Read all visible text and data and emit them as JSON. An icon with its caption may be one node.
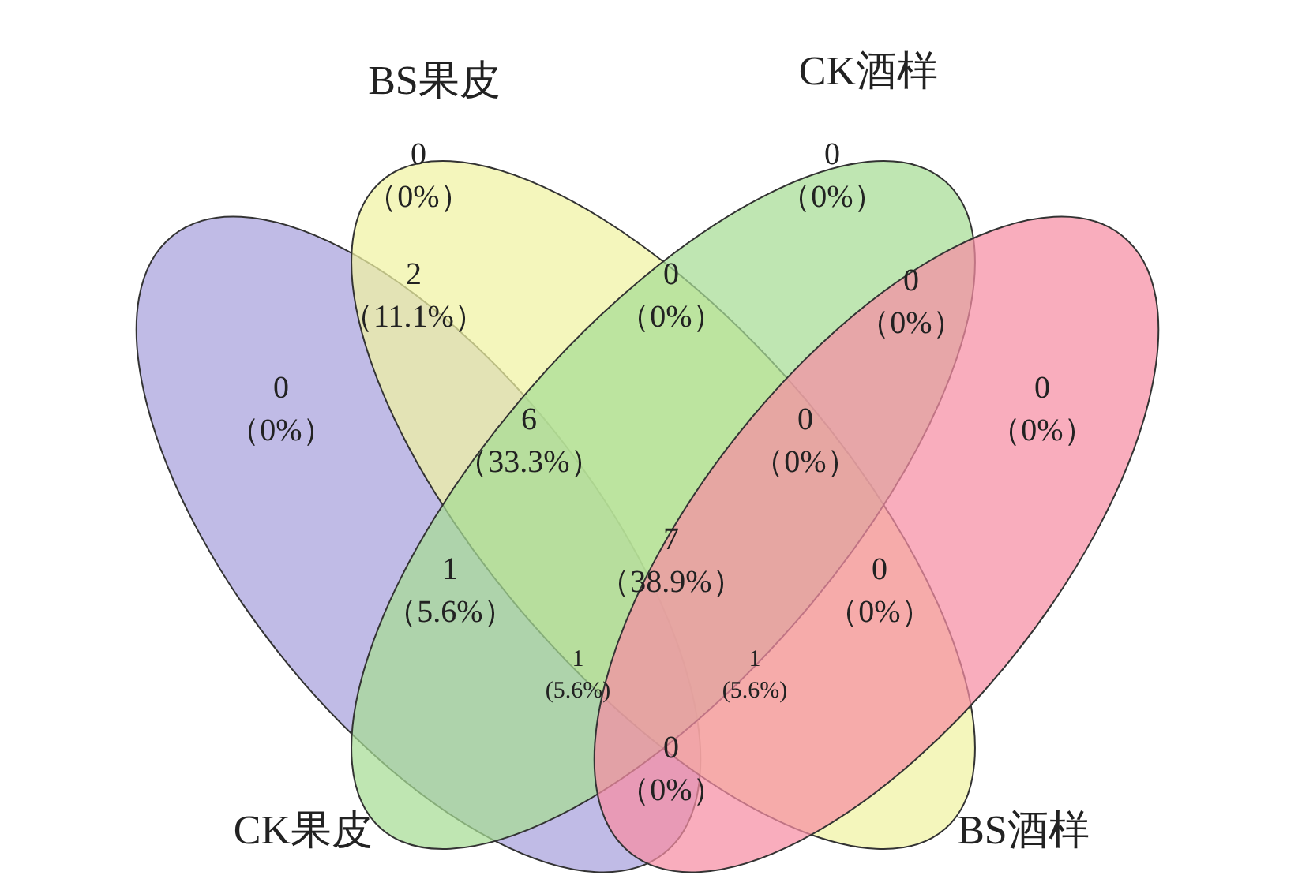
{
  "diagram": {
    "nodes": [
      {
        "text": [
          "CK果皮"
        ]
      },
      {
        "text": [
          "BS果皮"
        ]
      },
      {
        "text": [
          "CK酒样"
        ]
      },
      {
        "text": [
          "BS酒样"
        ]
      }
    ],
    "labels": [
      "0 （0%）",
      "0 （0%）",
      "2 （11.1%）",
      "0 （0%）",
      "0 （0%）",
      "0 （0%）",
      "6 （33.3%）",
      "0 （0%）",
      "0 （0%）",
      "1 （5.6%）",
      "7 （38.9%）",
      "0 （0%）",
      "1 (5.6%)",
      "1 (5.6%)",
      "0 （0%）"
    ]
  }
}
